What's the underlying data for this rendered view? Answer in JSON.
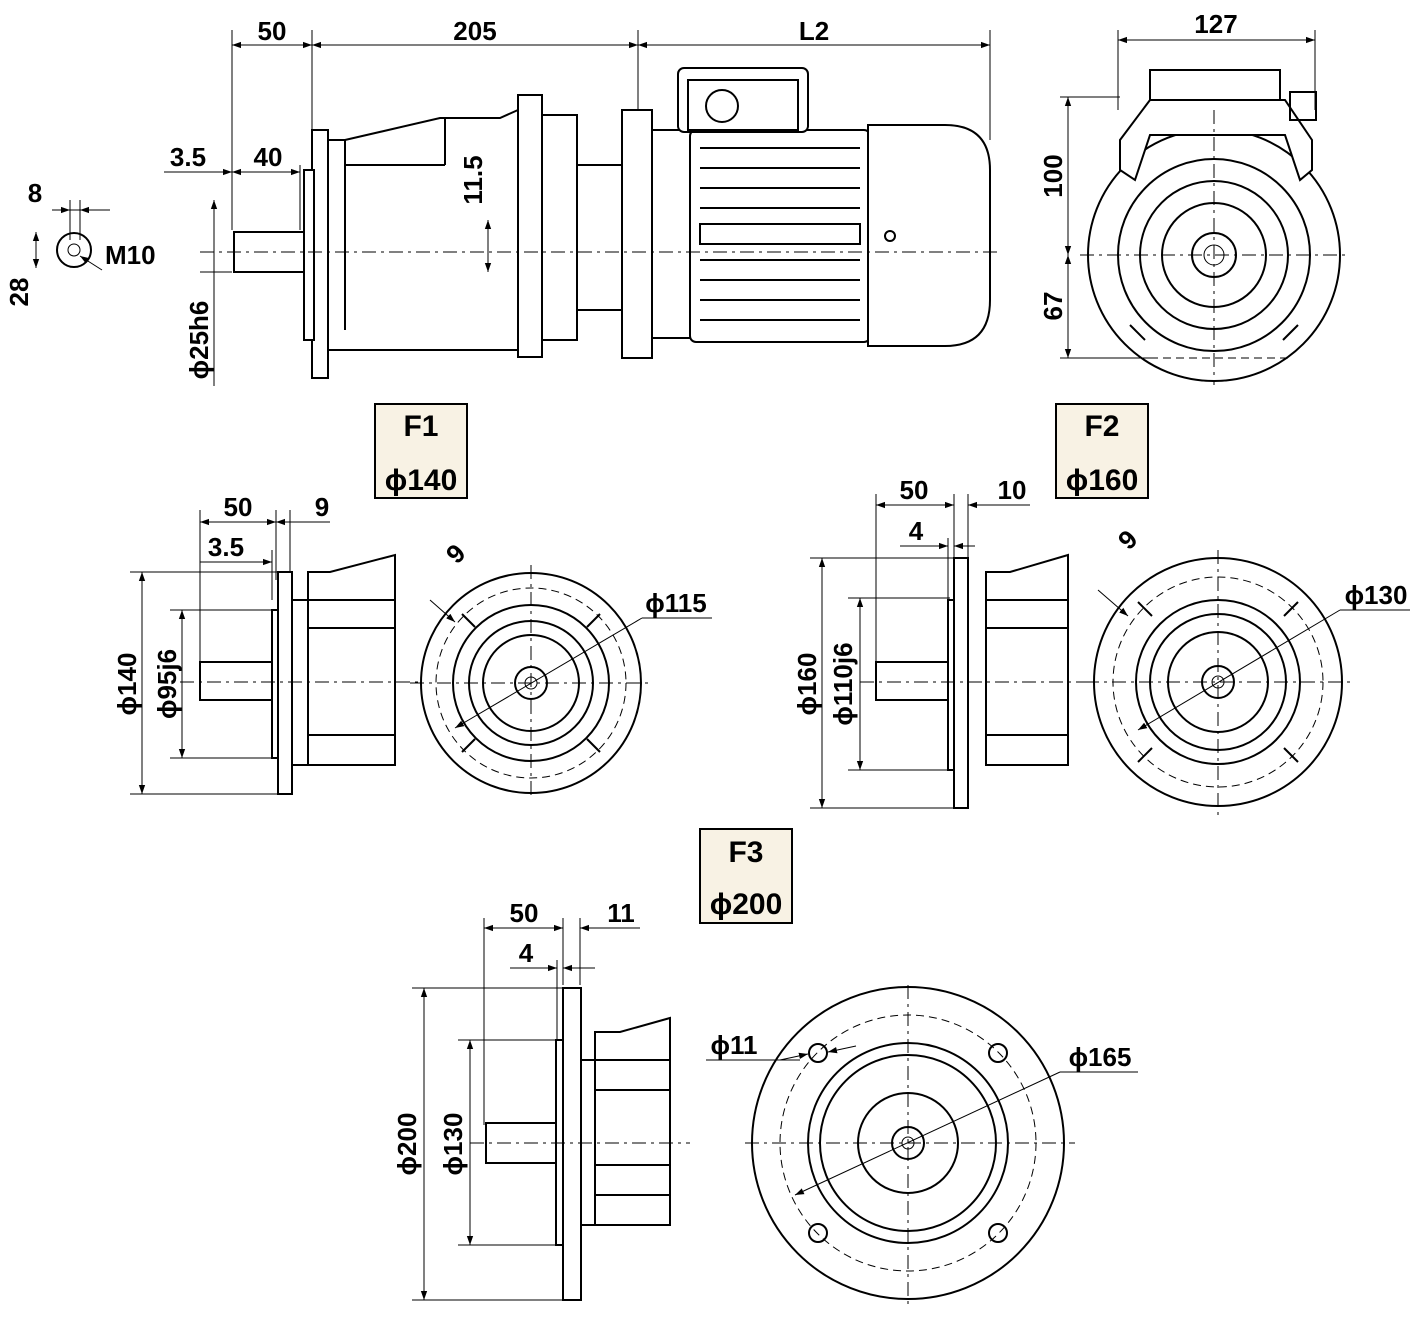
{
  "top_view": {
    "dims": {
      "d50": "50",
      "d205": "205",
      "dL2": "L2",
      "d127": "127",
      "d3_5": "3.5",
      "d40": "40",
      "d11_5": "11.5",
      "d8": "8",
      "dM10": "M10",
      "d28": "28",
      "d25h6": "ϕ25h6",
      "d100": "100",
      "d67": "67"
    }
  },
  "variants": {
    "f1": {
      "label": "F1",
      "diameter": "ϕ140"
    },
    "f2": {
      "label": "F2",
      "diameter": "ϕ160"
    },
    "f3": {
      "label": "F3",
      "diameter": "ϕ200"
    }
  },
  "f1_view": {
    "dims": {
      "d50": "50",
      "d9": "9",
      "d3_5": "3.5",
      "d140": "ϕ140",
      "d95j6": "ϕ95j6",
      "d9b": "9",
      "d115": "ϕ115"
    }
  },
  "f2_view": {
    "dims": {
      "d50": "50",
      "d10": "10",
      "d4": "4",
      "d160": "ϕ160",
      "d110j6": "ϕ110j6",
      "d9b": "9",
      "d130": "ϕ130"
    }
  },
  "f3_view": {
    "dims": {
      "d50": "50",
      "d11": "11",
      "d4": "4",
      "d200": "ϕ200",
      "d130": "ϕ130",
      "d11b": "ϕ11",
      "d165": "ϕ165"
    }
  }
}
